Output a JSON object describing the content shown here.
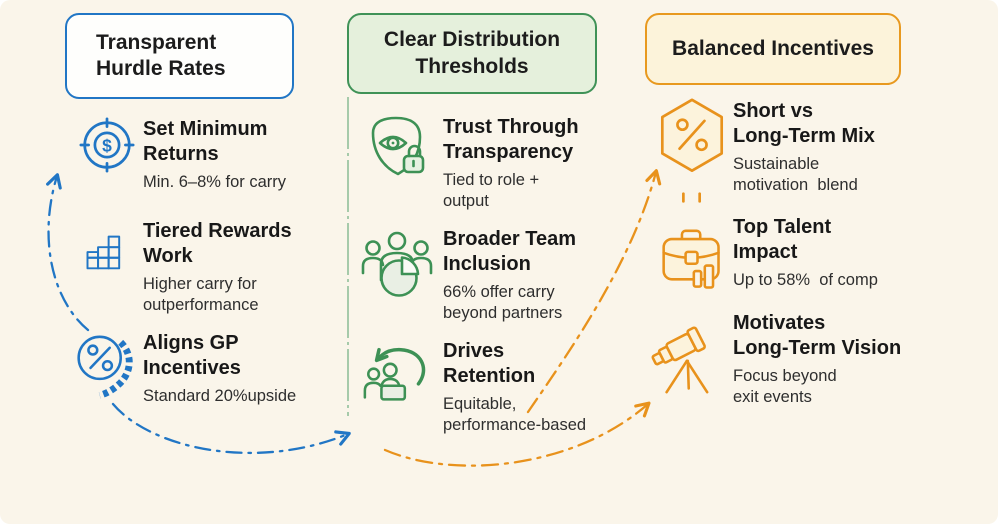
{
  "canvas": {
    "background": "#FAF5EA"
  },
  "columns": [
    {
      "id": "transparent-hurdle-rates",
      "accent": "#2176C5",
      "header": {
        "label": "Transparent\nHurdle Rates",
        "bg": "#FEFEFC",
        "border": "#2176C5"
      },
      "items": [
        {
          "icon": "target-dollar-icon",
          "title": "Set Minimum\nReturns",
          "subtitle": "Min. 6–8% for carry"
        },
        {
          "icon": "tiered-bars-icon",
          "title": "Tiered Rewards\nWork",
          "subtitle": "Higher carry for\noutperformance"
        },
        {
          "icon": "percent-coin-icon",
          "title": "Aligns GP\nIncentives",
          "subtitle": "Standard 20%upside"
        }
      ]
    },
    {
      "id": "clear-distribution-thresholds",
      "accent": "#3D9155",
      "header": {
        "label": "Clear Distribution\nThresholds",
        "bg": "#E5F0DC",
        "border": "#3F9257"
      },
      "items": [
        {
          "icon": "shield-eye-lock-icon",
          "title": "Trust Through\nTransparency",
          "subtitle": "Tied to role +\noutput"
        },
        {
          "icon": "team-pie-icon",
          "title": "Broader Team\nInclusion",
          "subtitle": "66% offer carry\nbeyond partners"
        },
        {
          "icon": "retention-return-icon",
          "title": "Drives\nRetention",
          "subtitle": "Equitable,\nperformance-based"
        }
      ]
    },
    {
      "id": "balanced-incentives",
      "accent": "#E8921C",
      "header": {
        "label": "Balanced Incentives",
        "bg": "#FCF3DA",
        "border": "#E8991F"
      },
      "items": [
        {
          "icon": "hexagon-percent-icon",
          "title": "Short vs\nLong-Term Mix",
          "subtitle": "Sustainable\nmotivation  blend"
        },
        {
          "icon": "briefcase-icon",
          "title": "Top Talent\nImpact",
          "subtitle": "Up to 58%  of comp"
        },
        {
          "icon": "telescope-icon",
          "title": "Motivates\nLong-Term Vision",
          "subtitle": "Focus beyond\nexit events"
        }
      ]
    }
  ],
  "connectors": {
    "left_loop_color": "#2176C5",
    "bottom_left_color": "#2176C5",
    "diagonal_color": "#E8921C",
    "bottom_right_color": "#E8921C",
    "divider_color": "#82B78F"
  }
}
